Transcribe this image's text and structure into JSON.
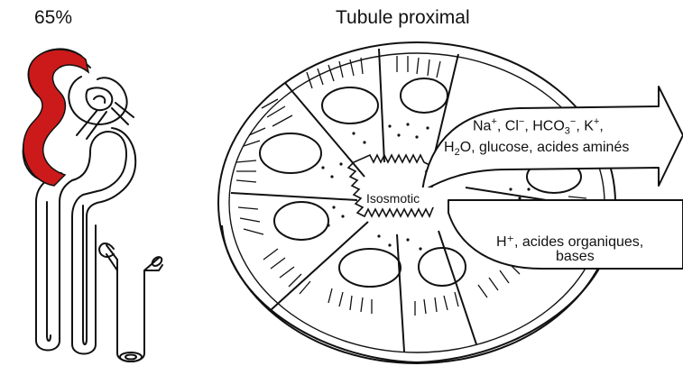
{
  "nephron": {
    "percent_label": "65%",
    "highlight_color": "#cc1a1a"
  },
  "tubule": {
    "title": "Tubule proximal",
    "lumen_label": "Isosmotic",
    "reabsorbed": {
      "line1_parts": [
        "Na",
        "+",
        ", Cl",
        "−",
        ", HCO",
        "3",
        "−",
        ", K",
        "+",
        ","
      ],
      "line2_parts": [
        "H",
        "2",
        "O, glucose, acides aminés"
      ]
    },
    "secreted": {
      "line1": "H⁺, acides organiques,",
      "line2": "bases"
    }
  }
}
